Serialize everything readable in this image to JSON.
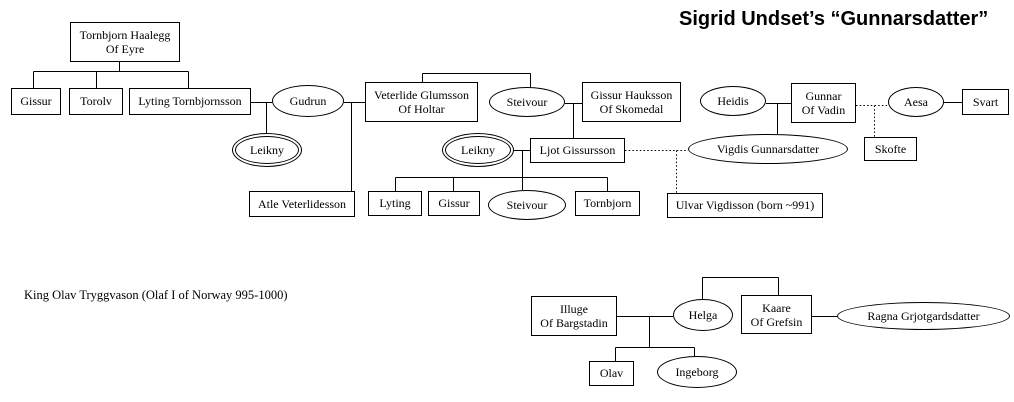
{
  "title": "Sigrid Undset’s “Gunnarsdatter”",
  "footnote": "King Olav Tryggvason (Olaf I of Norway 995-1000)",
  "colors": {
    "ink": "#000000",
    "background": "#ffffff"
  },
  "nodes": {
    "tornbjorn_haalegg": {
      "line1": "Tornbjorn Haalegg",
      "line2": "Of Eyre"
    },
    "gissur_sr": {
      "label": "Gissur"
    },
    "torolv": {
      "label": "Torolv"
    },
    "lyting_tornbjornsson": {
      "label": "Lyting Tornbjornsson"
    },
    "gudrun": {
      "label": "Gudrun"
    },
    "leikny_left": {
      "label": "Leikny"
    },
    "atle_veterlidesson": {
      "label": "Atle Veterlidesson"
    },
    "veterlide_glumsson": {
      "line1": "Veterlide Glumsson",
      "line2": "Of Holtar"
    },
    "steivour_elder": {
      "label": "Steivour"
    },
    "gissur_hauksson": {
      "line1": "Gissur Hauksson",
      "line2": "Of Skomedal"
    },
    "leikny_mid": {
      "label": "Leikny"
    },
    "ljot_gissursson": {
      "label": "Ljot Gissursson"
    },
    "lyting_jr": {
      "label": "Lyting"
    },
    "gissur_jr": {
      "label": "Gissur"
    },
    "steivour_younger": {
      "label": "Steivour"
    },
    "tornbjorn_jr": {
      "label": "Tornbjorn"
    },
    "heidis": {
      "label": "Heidis"
    },
    "gunnar_of_vadin": {
      "line1": "Gunnar",
      "line2": "Of Vadin"
    },
    "aesa": {
      "label": "Aesa"
    },
    "svart": {
      "label": "Svart"
    },
    "skofte": {
      "label": "Skofte"
    },
    "vigdis_gunnarsdatter": {
      "label": "Vigdis Gunnarsdatter"
    },
    "ulvar_vigdisson": {
      "label": "Ulvar Vigdisson (born ~991)"
    },
    "illuge": {
      "line1": "Illuge",
      "line2": "Of Bargstadin"
    },
    "helga": {
      "label": "Helga"
    },
    "kaare": {
      "line1": "Kaare",
      "line2": "Of Grefsin"
    },
    "ragna_grjotgardsdatter": {
      "label": "Ragna Grjotgardsdatter"
    },
    "olav": {
      "label": "Olav"
    },
    "ingeborg": {
      "label": "Ingeborg"
    }
  }
}
